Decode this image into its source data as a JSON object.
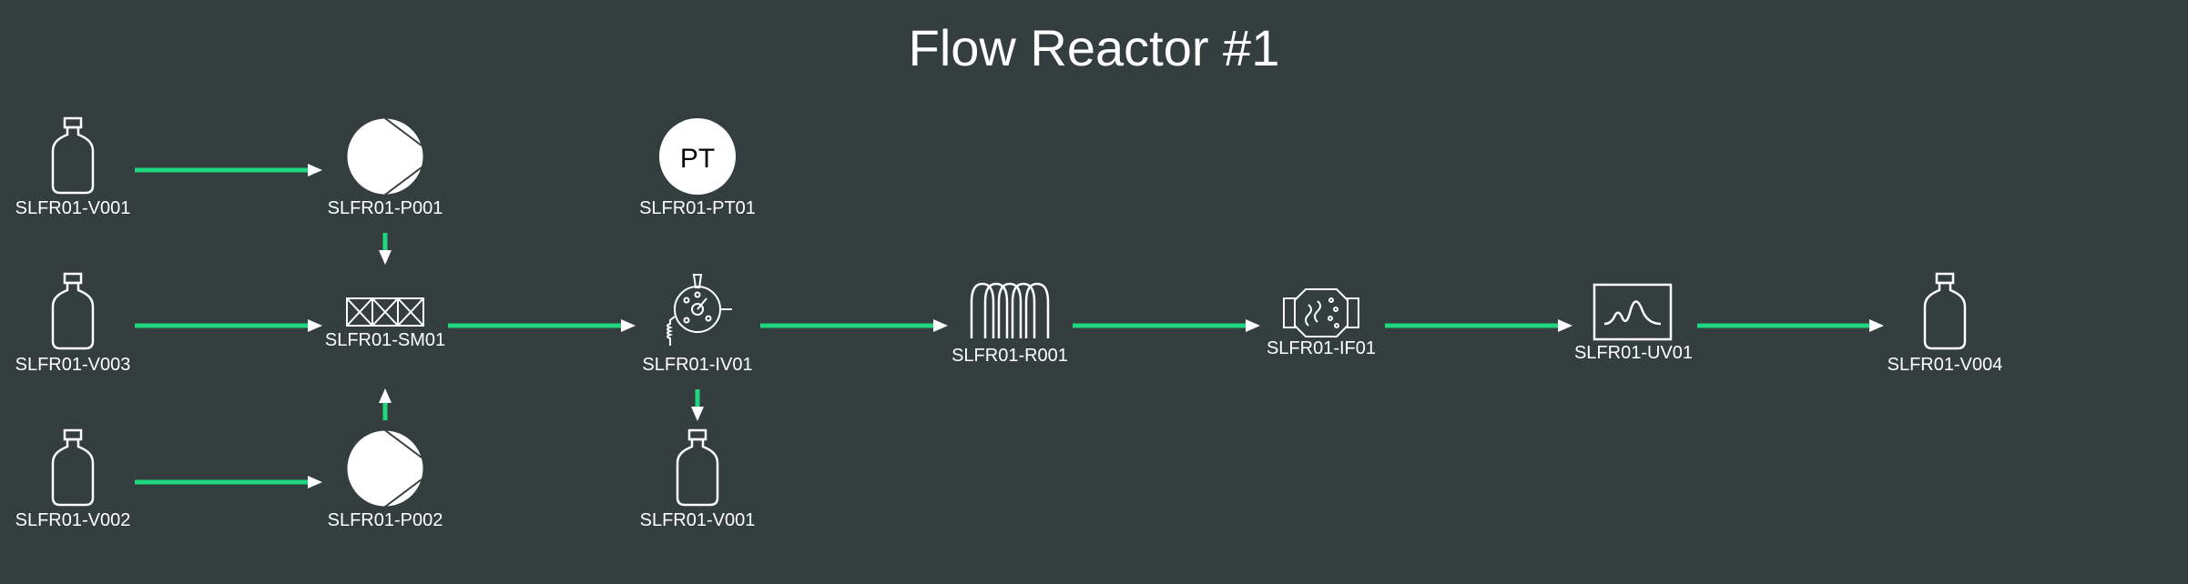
{
  "title": "Flow Reactor #1",
  "colors": {
    "background": "#353e3e",
    "flow_line": "#1ed77e",
    "symbol": "#ffffff",
    "text": "#ffffff"
  },
  "components": [
    {
      "id": "v001_in",
      "tag": "SLFR01-V001",
      "type": "bottle-icon"
    },
    {
      "id": "p001",
      "tag": "SLFR01-P001",
      "type": "pump-icon"
    },
    {
      "id": "pt01",
      "tag": "SLFR01-PT01",
      "type": "pressure-transmitter-icon",
      "symbol_text": "PT"
    },
    {
      "id": "v003",
      "tag": "SLFR01-V003",
      "type": "bottle-icon"
    },
    {
      "id": "sm01",
      "tag": "SLFR01-SM01",
      "type": "static-mixer-icon"
    },
    {
      "id": "iv01",
      "tag": "SLFR01-IV01",
      "type": "injection-valve-icon"
    },
    {
      "id": "r001",
      "tag": "SLFR01-R001",
      "type": "coil-reactor-icon"
    },
    {
      "id": "if01",
      "tag": "SLFR01-IF01",
      "type": "inline-filter-icon"
    },
    {
      "id": "uv01",
      "tag": "SLFR01-UV01",
      "type": "uv-detector-icon"
    },
    {
      "id": "v004",
      "tag": "SLFR01-V004",
      "type": "bottle-icon"
    },
    {
      "id": "v002",
      "tag": "SLFR01-V002",
      "type": "bottle-icon"
    },
    {
      "id": "p002",
      "tag": "SLFR01-P002",
      "type": "pump-icon"
    },
    {
      "id": "v001_out",
      "tag": "SLFR01-V001",
      "type": "bottle-icon"
    }
  ],
  "connections": [
    {
      "from": "SLFR01-V001",
      "to": "SLFR01-P001"
    },
    {
      "from": "SLFR01-P001",
      "to": "SLFR01-SM01"
    },
    {
      "from": "SLFR01-V003",
      "to": "SLFR01-SM01"
    },
    {
      "from": "SLFR01-V002",
      "to": "SLFR01-P002"
    },
    {
      "from": "SLFR01-P002",
      "to": "SLFR01-SM01"
    },
    {
      "from": "SLFR01-SM01",
      "to": "SLFR01-IV01"
    },
    {
      "from": "SLFR01-IV01",
      "to": "SLFR01-V001"
    },
    {
      "from": "SLFR01-IV01",
      "to": "SLFR01-R001"
    },
    {
      "from": "SLFR01-R001",
      "to": "SLFR01-IF01"
    },
    {
      "from": "SLFR01-IF01",
      "to": "SLFR01-UV01"
    },
    {
      "from": "SLFR01-UV01",
      "to": "SLFR01-V004"
    }
  ]
}
